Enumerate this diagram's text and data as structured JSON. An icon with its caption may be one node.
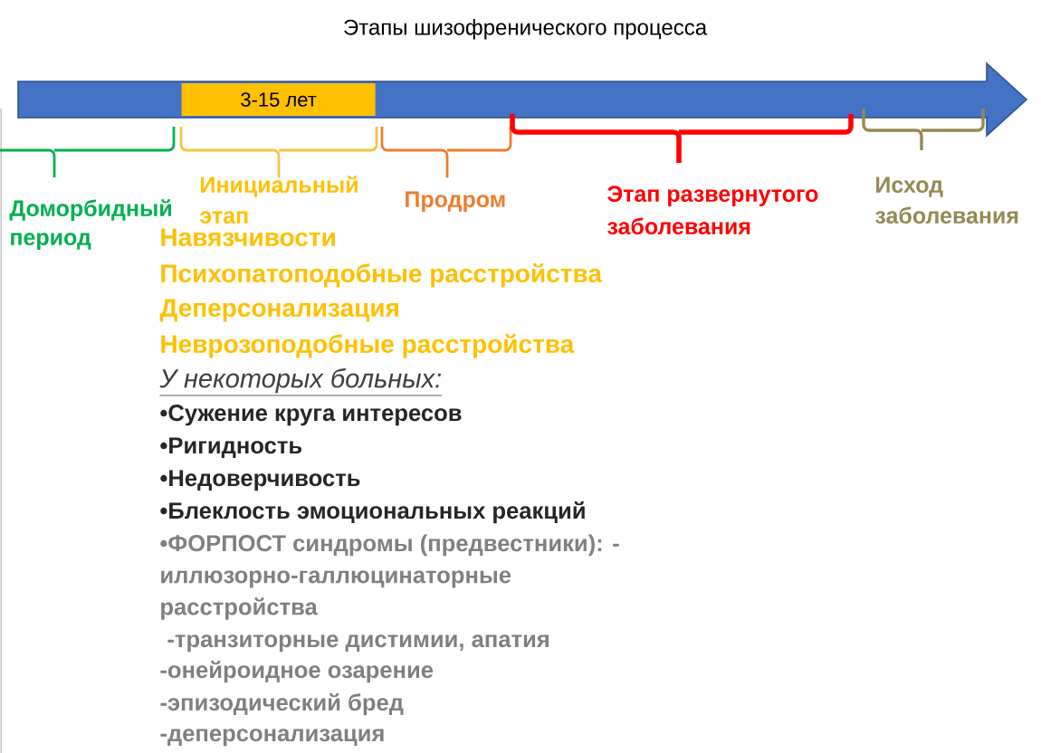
{
  "diagram": {
    "title": "Этапы шизофренического процесса",
    "nodes": [
      {
        "text": [],
        "shape": "arrow"
      },
      {
        "text": [
          "3-15 лет"
        ],
        "in": 0
      }
    ],
    "labels": [
      "Доморбидный период",
      "Инициальный этап",
      "Продром",
      "Этап развернутого заболевания",
      "Исход заболевания",
      "Навязчивости",
      "Психопатоподобные расстройства",
      "Деперсонализация",
      "Неврозоподобные расстройства",
      "У некоторых больных:",
      "•Сужение круга интересов",
      "•Ригидность",
      "•Недоверчивость",
      "•Блеклость эмоциональных реакций",
      "•ФОРПОСТ синдромы (предвестники): - иллюзорно-галлюцинаторные расстройства",
      "-транзиторные дистимии, апатия",
      "-онейроидное озарение",
      "-эпизодический бред",
      "-деперсонализация"
    ]
  }
}
